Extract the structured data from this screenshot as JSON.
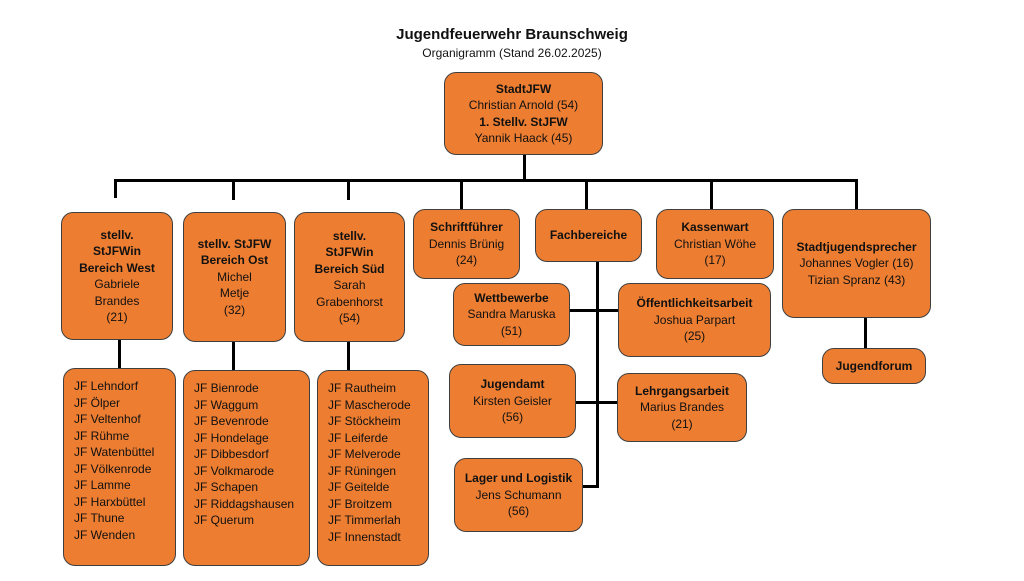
{
  "header": {
    "title": "Jugendfeuerwehr Braunschweig",
    "subtitle": "Organigramm (Stand 26.02.2025)"
  },
  "top": {
    "role1": "StadtJFW",
    "name1": "Christian Arnold (54)",
    "role2": "1. Stellv. StJFW",
    "name2": "Yannik Haack (45)"
  },
  "west": {
    "role": [
      "stellv.",
      "StJFWin",
      "Bereich West"
    ],
    "name": [
      "Gabriele",
      "Brandes",
      "(21)"
    ],
    "units": [
      "JF Lehndorf",
      "JF Ölper",
      "JF Veltenhof",
      "JF Rühme",
      "JF Watenbüttel",
      "JF Völkenrode",
      "JF Lamme",
      "JF Harxbüttel",
      "JF Thune",
      "JF Wenden"
    ]
  },
  "ost": {
    "role": [
      "stellv. StJFW",
      "Bereich Ost"
    ],
    "name": [
      "Michel",
      "Metje",
      "(32)"
    ],
    "units": [
      "JF Bienrode",
      "JF Waggum",
      "JF Bevenrode",
      "JF Hondelage",
      "JF Dibbesdorf",
      "JF Volkmarode",
      "JF Schapen",
      "JF Riddagshausen",
      "JF Querum"
    ]
  },
  "sued": {
    "role": [
      "stellv.",
      "StJFWin",
      "Bereich Süd"
    ],
    "name": [
      "Sarah",
      "Grabenhorst",
      "(54)"
    ],
    "units": [
      "JF Rautheim",
      "JF Mascherode",
      "JF Stöckheim",
      "JF Leiferde",
      "JF Melverode",
      "JF Rüningen",
      "JF Geitelde",
      "JF Broitzem",
      "JF Timmerlah",
      "JF Innenstadt"
    ]
  },
  "schrift": {
    "role": "Schriftführer",
    "name": "Dennis Brünig",
    "age": "(24)"
  },
  "fach": {
    "role": "Fachbereiche"
  },
  "kasse": {
    "role": "Kassenwart",
    "name": "Christian Wöhe",
    "age": "(17)"
  },
  "sprecher": {
    "role": "Stadtjugendsprecher",
    "name1": "Johannes Vogler (16)",
    "name2": "Tizian Spranz (43)"
  },
  "forum": {
    "role": "Jugendforum"
  },
  "wett": {
    "role": "Wettbewerbe",
    "name": "Sandra Maruska",
    "age": "(51)"
  },
  "oeff": {
    "role": "Öffentlichkeitsarbeit",
    "name": "Joshua Parpart",
    "age": "(25)"
  },
  "jamt": {
    "role": "Jugendamt",
    "name": "Kirsten Geisler",
    "age": "(56)"
  },
  "lehr": {
    "role": "Lehrgangsarbeit",
    "name": "Marius Brandes",
    "age": "(21)"
  },
  "lager": {
    "role": "Lager und Logistik",
    "name": "Jens Schumann",
    "age": "(56)"
  }
}
